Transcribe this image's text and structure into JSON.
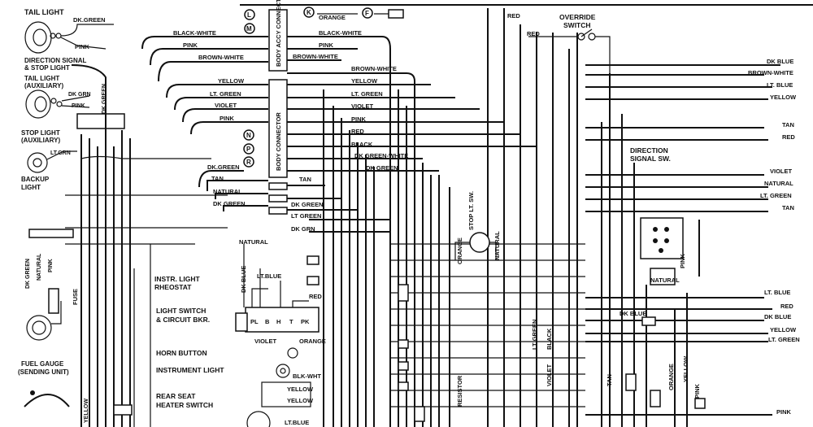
{
  "components": {
    "tail_light": "TAIL LIGHT",
    "direction_signal": "DIRECTION SIGNAL",
    "stop_light": "& STOP LIGHT",
    "tail_light_aux_1": "TAIL LIGHT",
    "tail_light_aux_2": "(AUXILIARY)",
    "stop_light_aux_1": "STOP LIGHT",
    "stop_light_aux_2": "(AUXILIARY)",
    "backup_light_1": "BACKUP",
    "backup_light_2": "LIGHT",
    "fuse": "FUSE",
    "fuel_gauge_1": "FUEL GAUGE",
    "fuel_gauge_2": "(SENDING UNIT)",
    "instr_light_1": "INSTR. LIGHT",
    "instr_light_2": "RHEOSTAT",
    "light_switch_1": "LIGHT SWITCH",
    "light_switch_2": "& CIRCUIT BKR.",
    "horn_button": "HORN BUTTON",
    "instrument_light": "INSTRUMENT LIGHT",
    "rear_seat_1": "REAR SEAT",
    "rear_seat_2": "HEATER SWITCH",
    "override_1": "OVERRIDE",
    "override_2": "SWITCH",
    "direction_sw_1": "DIRECTION",
    "direction_sw_2": "SIGNAL SW.",
    "stop_lt_sw": "STOP LT. SW.",
    "resistor": "RESISTOR",
    "body_accy_connector": "BODY ACCY CONNECTOR",
    "body_connector": "BODY CONNECTOR"
  },
  "terminals": {
    "L": "L",
    "M": "M",
    "K": "K",
    "F": "F",
    "N": "N",
    "P": "P",
    "R": "R",
    "switch_pl": "PL",
    "switch_b": "B",
    "switch_h": "H",
    "switch_t": "T",
    "switch_pk": "PK"
  },
  "wire_labels": {
    "dk_green_top": "DK.GREEN",
    "pink_top": "PINK",
    "dk_grn": "DK GRN",
    "pink_aux": "PINK",
    "dk_green_vert": "DK GREEN",
    "lt_grn": "LT.GRN",
    "bw_left": "BLACK-WHITE",
    "pink_left": "PINK",
    "brown_white_left": "BROWN-WHITE",
    "yellow_left": "YELLOW",
    "lt_green_left": "LT. GREEN",
    "violet_left": "VIOLET",
    "pink_left2": "PINK",
    "dk_green_left": "DK.GREEN",
    "tan_left": "TAN",
    "natural_left": "NATURAL",
    "dk_green_left2": "DK GREEN",
    "orange_top": "ORANGE",
    "bw_mid": "BLACK-WHITE",
    "pink_mid": "PINK",
    "brown_white_mid": "BROWN-WHITE",
    "brown_white_mid2": "BROWN-WHITE",
    "yellow_mid": "YELLOW",
    "lt_green_mid": "LT. GREEN",
    "violet_mid": "VIOLET",
    "pink_mid2": "PINK",
    "red_mid": "RED",
    "black_mid": "BLACK",
    "dk_green_white": "DK GREEN-WHITE",
    "dk_green_mid": "DK GREEN",
    "tan_mid": "TAN",
    "dk_green_mid2": "DK GREEN",
    "lt_green_mid2": "LT GREEN",
    "dk_grn_mid": "DK GRN",
    "natural_sw": "NATURAL",
    "lt_blue_sw": "LT.BLUE",
    "red_sw": "RED",
    "violet_sw": "VIOLET",
    "orange_sw": "ORANGE",
    "blk_wht": "BLK-WHT",
    "yellow_sw": "YELLOW",
    "yellow_sw2": "YELLOW",
    "lt_blue_bottom": "LT.BLUE",
    "red_top": "RED",
    "red_override": "RED",
    "orange_stop": "ORANGE",
    "natural_stop": "NATURAL",
    "lt_green_v": "LT GREEN",
    "black_v": "BLACK",
    "violet_v": "VIOLET",
    "tan_v": "TAN",
    "dk_blue_v": "DK BLUE",
    "orange_v": "ORANGE",
    "yellow_v": "YELLOW",
    "pink_v": "PINK",
    "pink_dir": "PINK",
    "natural_dir": "NATURAL",
    "yellow_fuel": "YELLOW"
  },
  "right_side": [
    "DK BLUE",
    "BROWN-WHITE",
    "LT. BLUE",
    "YELLOW",
    "TAN",
    "RED",
    "VIOLET",
    "NATURAL",
    "LT. GREEN",
    "TAN",
    "LT. BLUE",
    "RED",
    "DK BLUE",
    "YELLOW",
    "LT. GREEN",
    "PINK"
  ]
}
